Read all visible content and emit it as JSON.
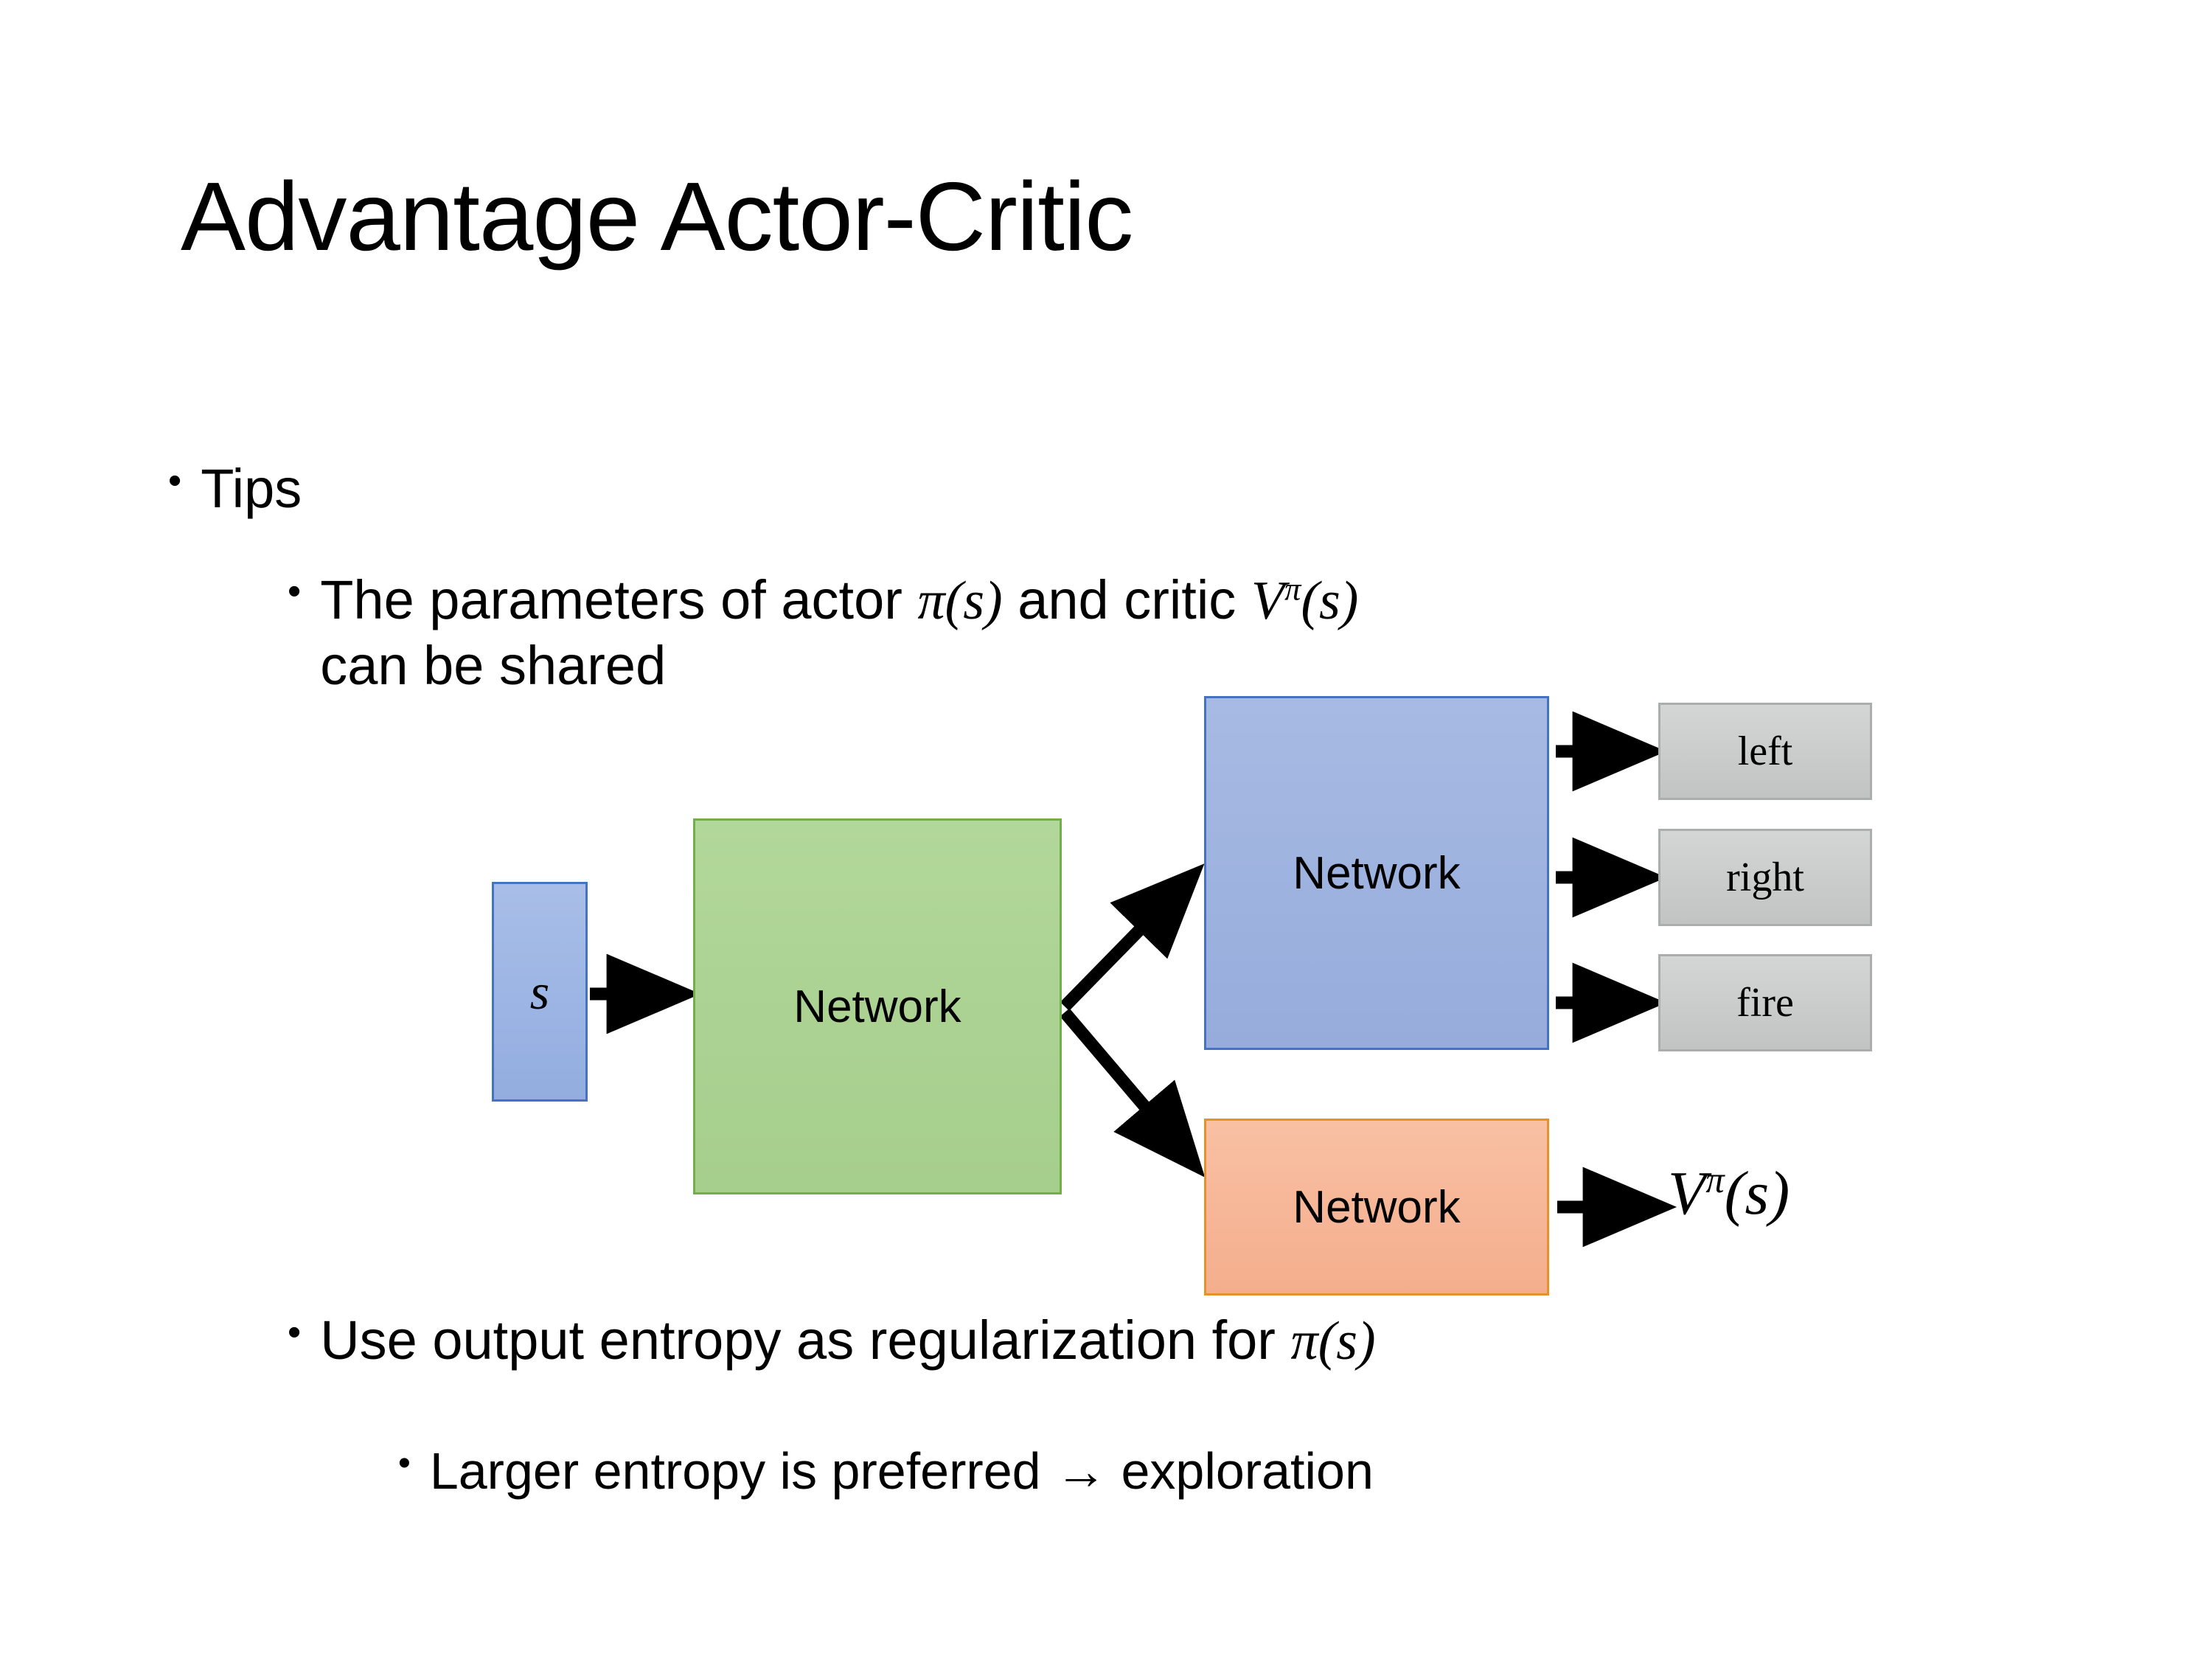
{
  "slide": {
    "title": "Advantage Actor-Critic",
    "background": "#FFFFFF"
  },
  "bullets": {
    "tips": {
      "marker": "•",
      "text": "Tips"
    },
    "shared_params": {
      "marker": "•",
      "line1_pre": "The parameters of actor ",
      "math_actor_pi": "π",
      "math_actor_args": "(s)",
      "line1_mid": "  and critic ",
      "math_critic_v": "V",
      "math_critic_sup": "π",
      "math_critic_args": "(s)",
      "line2": "can be shared"
    },
    "entropy": {
      "marker": "•",
      "pre": "Use output entropy as regularization for ",
      "math_pi": "π",
      "math_args": "(s)"
    },
    "larger_entropy": {
      "marker": "•",
      "text": "Larger entropy is preferred → exploration"
    }
  },
  "diagram": {
    "state_box": {
      "label": "s",
      "fill": "#9DB4E4",
      "border": "#4472C4"
    },
    "shared_network": {
      "label": "Network",
      "fill": "#AED396",
      "border": "#72AE49"
    },
    "actor_network": {
      "label": "Network",
      "fill": "#9FB3E0",
      "border": "#4472C4"
    },
    "critic_network": {
      "label": "Network",
      "fill": "#F6B79A",
      "border": "#E8902C"
    },
    "action_outputs": [
      {
        "label": "left",
        "fill": "#CACCCC",
        "border": "#ACAEAE"
      },
      {
        "label": "right",
        "fill": "#CACCCC",
        "border": "#ACAEAE"
      },
      {
        "label": "fire",
        "fill": "#CACCCC",
        "border": "#ACAEAE"
      }
    ],
    "value_output": {
      "base": "V",
      "superscript": "π",
      "args": "(s)"
    },
    "arrows": [
      {
        "name": "state-to-shared-network",
        "from": "state_box",
        "to": "shared_network"
      },
      {
        "name": "shared-network-to-actor-network",
        "from": "shared_network",
        "to": "actor_network"
      },
      {
        "name": "shared-network-to-critic-network",
        "from": "shared_network",
        "to": "critic_network"
      },
      {
        "name": "actor-network-to-left",
        "from": "actor_network",
        "to": "left"
      },
      {
        "name": "actor-network-to-right",
        "from": "actor_network",
        "to": "right"
      },
      {
        "name": "actor-network-to-fire",
        "from": "actor_network",
        "to": "fire"
      },
      {
        "name": "critic-network-to-value",
        "from": "critic_network",
        "to": "value_output"
      }
    ],
    "arrow_color": "#000000"
  }
}
